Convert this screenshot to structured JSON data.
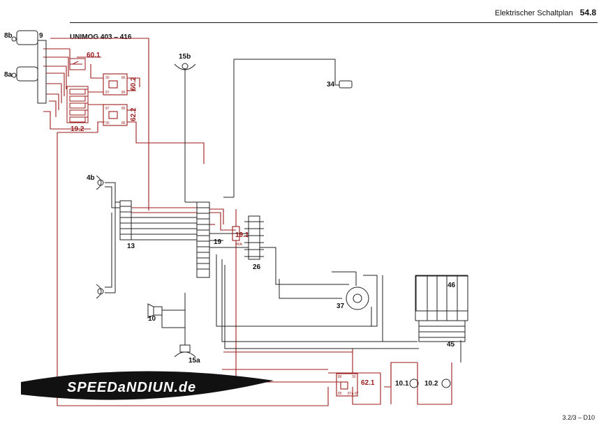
{
  "header": {
    "title": "Elektrischer Schaltplan",
    "page_number": "54.8"
  },
  "model": "UNIMOG 403 – 416",
  "page_ref": "3.2/3 – D10",
  "watermark": "SPEEDaNDIUN.de",
  "colors": {
    "red_circuit": "#9b1b1b",
    "black_circuit": "#222222",
    "background": "#ffffff"
  },
  "components": {
    "c8b": "8b",
    "c9": "9",
    "c8a": "8a",
    "c60_1": "60.1",
    "c60_2": "60.2",
    "c62_2": "62.2",
    "c19_2": "19.2",
    "c15b": "15b",
    "c34": "34",
    "c4b": "4b",
    "c13": "13",
    "c19": "19",
    "c19_1": "19.1",
    "c19_1_rating": "40A",
    "c26": "26",
    "c37": "37",
    "c46": "46",
    "c45": "45",
    "c10": "10",
    "c15a": "15a",
    "c62_1": "62.1",
    "c10_1": "10.1",
    "c10_2": "10.2"
  },
  "relay_pins": {
    "p30": "30",
    "p86": "86",
    "p87": "87",
    "p85": "85",
    "p87a": "87a"
  }
}
